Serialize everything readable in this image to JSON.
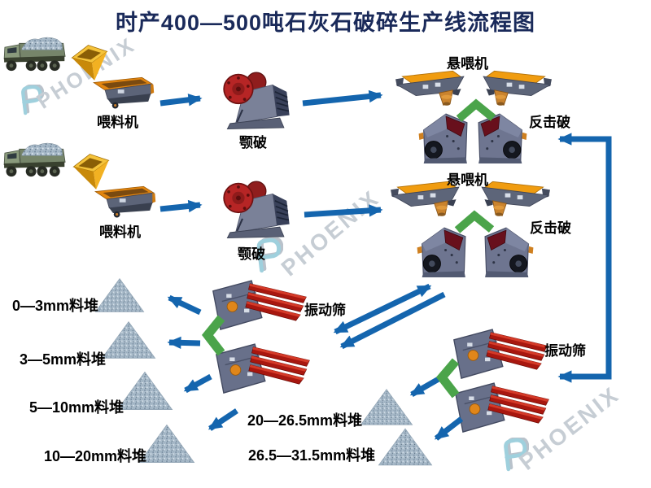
{
  "title": "时产400—500吨石灰石破碎生产线流程图",
  "watermark": {
    "brand": "PHOENIX"
  },
  "labels": {
    "feeder": "喂料机",
    "jaw_crusher": "颚破",
    "suspension_feeder": "悬喂机",
    "impact_crusher": "反击破",
    "vibrating_screen": "振动筛"
  },
  "stockpiles": [
    {
      "label": "0—3mm料堆"
    },
    {
      "label": "3—5mm料堆"
    },
    {
      "label": "5—10mm料堆"
    },
    {
      "label": "10—20mm料堆"
    },
    {
      "label": "20—26.5mm料堆"
    },
    {
      "label": "26.5—31.5mm料堆"
    }
  ],
  "colors": {
    "title_text": "#1a2a5a",
    "arrow_blue": "#1465ae",
    "arrow_green": "#4ba44a",
    "label_text": "#000000",
    "watermark": "#c6cdd4"
  }
}
